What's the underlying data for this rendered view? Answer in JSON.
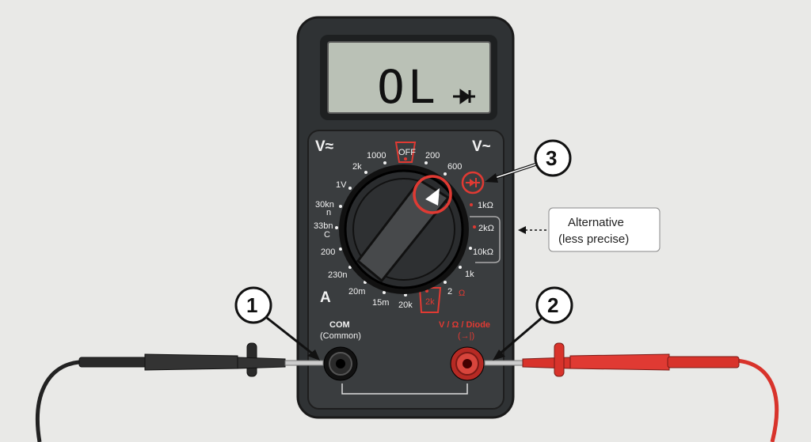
{
  "display": {
    "reading": "OL",
    "mode_icon": "diode-icon"
  },
  "dial": {
    "v_dc": "V≈",
    "v_ac": "V~",
    "amps": "A",
    "labels": [
      "1000",
      "OFF",
      "200",
      "2k",
      "600",
      "1V",
      "30kn",
      "n",
      "33bn",
      "C",
      "200",
      "230n",
      "20m",
      "15m",
      "20k",
      "2k",
      "2",
      "Ω",
      "1kΩ",
      "2kΩ",
      "10kΩ",
      "1k"
    ]
  },
  "jacks": {
    "com_title": "COM",
    "com_sub": "(Common)",
    "v_title": "V / Ω / Diode",
    "v_sub": "(→|)"
  },
  "callouts": {
    "one": "1",
    "two": "2",
    "three": "3"
  },
  "note": {
    "line1": "Alternative",
    "line2": "(less precise)"
  },
  "colors": {
    "accent": "#e03a33",
    "body": "#2f3234",
    "lcd": "#bac1b6"
  }
}
